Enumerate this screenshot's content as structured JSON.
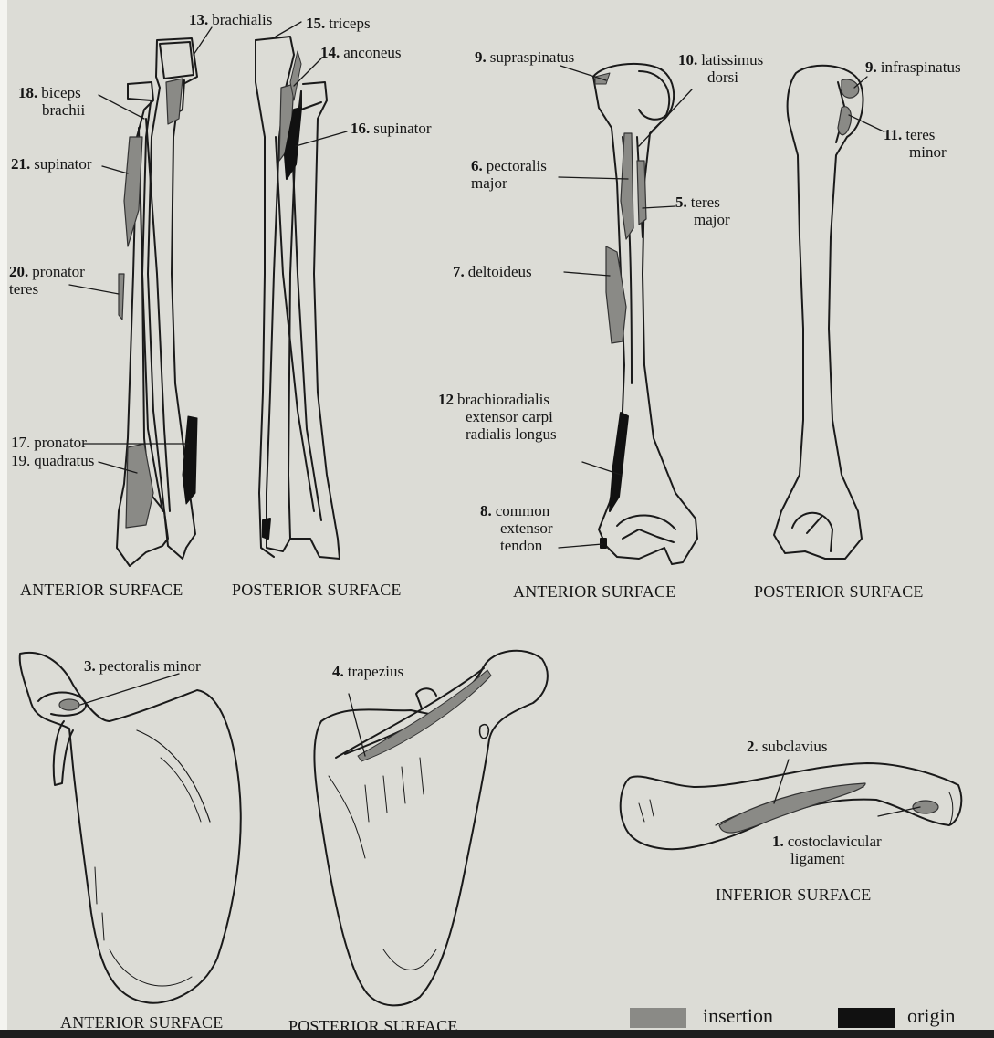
{
  "legend": {
    "insertion_label": "insertion",
    "origin_label": "origin",
    "insertion_color": "#8a8a86",
    "origin_color": "#111111"
  },
  "captions": {
    "forearm_anterior": "ANTERIOR SURFACE",
    "forearm_posterior": "POSTERIOR SURFACE",
    "humerus_anterior": "ANTERIOR SURFACE",
    "humerus_posterior": "POSTERIOR SURFACE",
    "scapula_anterior": "ANTERIOR SURFACE",
    "scapula_posterior": "POSTERIOR SURFACE",
    "clavicle_inferior": "INFERIOR SURFACE"
  },
  "labels": {
    "l13": {
      "num": "13.",
      "text": "brachialis"
    },
    "l15": {
      "num": "15.",
      "text": "triceps"
    },
    "l14": {
      "num": "14.",
      "text": "anconeus"
    },
    "l16": {
      "num": "16.",
      "text": "supinator"
    },
    "l18": {
      "num": "18.",
      "text": "biceps",
      "text2": "brachii"
    },
    "l21": {
      "num": "21.",
      "text": "supinator"
    },
    "l20": {
      "num": "20.",
      "text": "pronator",
      "text2": "teres"
    },
    "l17": {
      "num": "17.",
      "text": "pronator"
    },
    "l19": {
      "num": "19.",
      "text": "quadratus"
    },
    "l9a": {
      "num": "9.",
      "text": "supraspinatus"
    },
    "l10": {
      "num": "10.",
      "text": "latissimus",
      "text2": "dorsi"
    },
    "l6": {
      "num": "6.",
      "text": "pectoralis",
      "text2": "major"
    },
    "l5": {
      "num": "5.",
      "text": "teres",
      "text2": "major"
    },
    "l7": {
      "num": "7.",
      "text": "deltoideus"
    },
    "l12": {
      "num": "12",
      "text": "brachioradialis",
      "text2": "extensor carpi",
      "text3": "radialis longus"
    },
    "l8": {
      "num": "8.",
      "text": "common",
      "text2": "extensor",
      "text3": "tendon"
    },
    "l9b": {
      "num": "9.",
      "text": "infraspinatus"
    },
    "l11": {
      "num": "11.",
      "text": "teres",
      "text2": "minor"
    },
    "l3": {
      "num": "3.",
      "text": "pectoralis minor"
    },
    "l4": {
      "num": "4.",
      "text": "trapezius"
    },
    "l2": {
      "num": "2.",
      "text": "subclavius"
    },
    "l1": {
      "num": "1.",
      "text": "costoclavicular",
      "text2": "ligament"
    }
  }
}
